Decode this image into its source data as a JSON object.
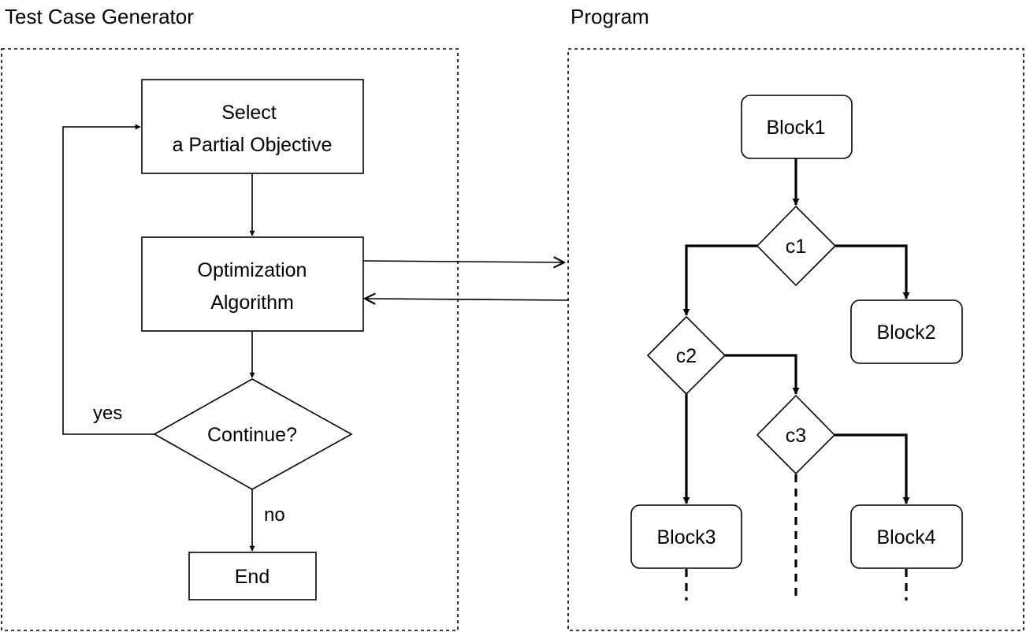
{
  "panels": {
    "generator_title": "Test Case Generator",
    "program_title": "Program"
  },
  "generator": {
    "select_line1": "Select",
    "select_line2": "a Partial Objective",
    "optimization_line1": "Optimization",
    "optimization_line2": "Algorithm",
    "continue": "Continue?",
    "end": "End",
    "yes": "yes",
    "no": "no"
  },
  "program": {
    "block1": "Block1",
    "block2": "Block2",
    "block3": "Block3",
    "block4": "Block4",
    "c1": "c1",
    "c2": "c2",
    "c3": "c3"
  }
}
